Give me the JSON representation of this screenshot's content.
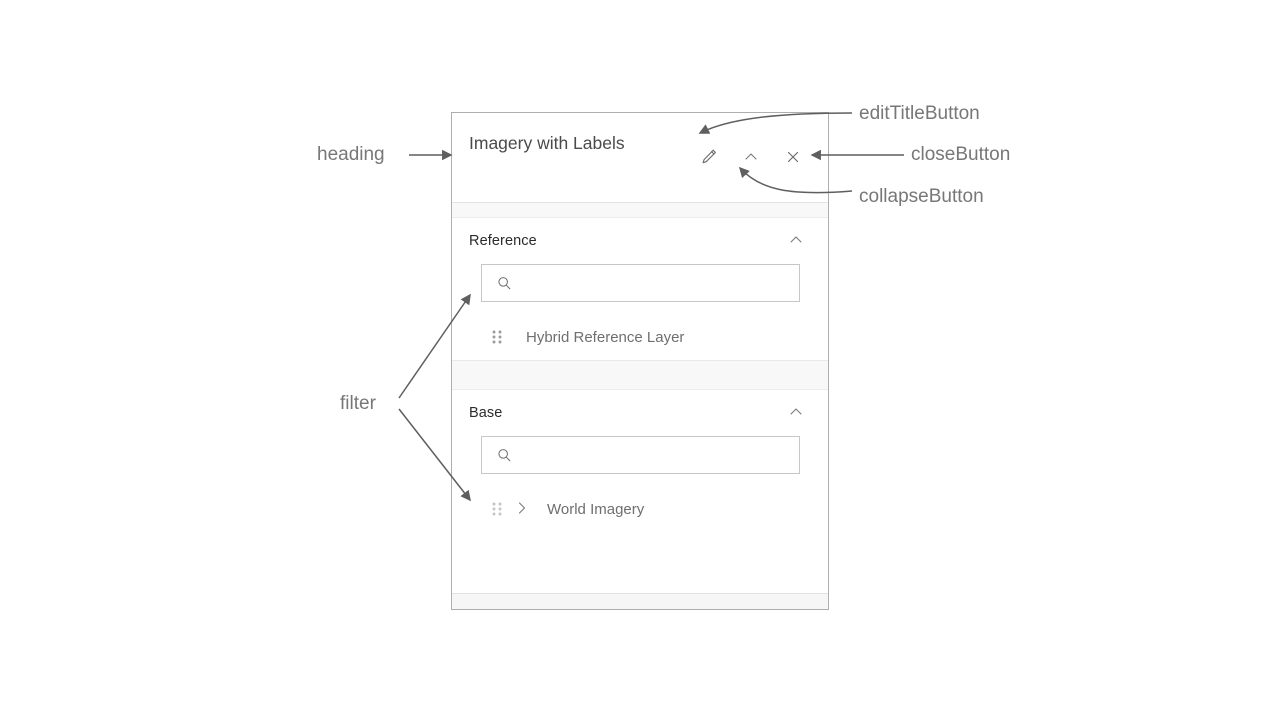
{
  "panel": {
    "header": {
      "title": "Imagery with Labels",
      "actions": [
        {
          "name": "editTitleButton",
          "icon": "pencil-icon"
        },
        {
          "name": "collapseButton",
          "icon": "chevron-up-icon"
        },
        {
          "name": "closeButton",
          "icon": "close-icon"
        }
      ]
    },
    "sections": [
      {
        "id": "reference",
        "title": "Reference",
        "collapse_icon": "chevron-up-icon",
        "filter": {
          "value": "",
          "placeholder": "",
          "icon": "search-icon"
        },
        "layers": [
          {
            "label": "Hybrid Reference Layer",
            "drag_icon": "drag-handle-icon",
            "expandable": false
          }
        ]
      },
      {
        "id": "base",
        "title": "Base",
        "collapse_icon": "chevron-up-icon",
        "filter": {
          "value": "",
          "placeholder": "",
          "icon": "search-icon"
        },
        "layers": [
          {
            "label": "World Imagery",
            "drag_icon": "drag-handle-icon",
            "expandable": true,
            "expand_icon": "chevron-right-icon"
          }
        ]
      }
    ]
  },
  "annotations": [
    {
      "id": "heading",
      "label": "heading"
    },
    {
      "id": "edit",
      "label": "editTitleButton"
    },
    {
      "id": "close",
      "label": "closeButton"
    },
    {
      "id": "collapse",
      "label": "collapseButton"
    },
    {
      "id": "filter",
      "label": "filter"
    }
  ],
  "colors": {
    "panel_border": "#aeaeae",
    "heading_text": "#4a4a4a",
    "section_title": "#2b2b2b",
    "layer_text": "#6f6f6f",
    "annotation_text": "#777777",
    "annotation_line": "#5f5f5f",
    "strip_background": "#f8f8f8",
    "input_border": "#c7c7c7"
  }
}
